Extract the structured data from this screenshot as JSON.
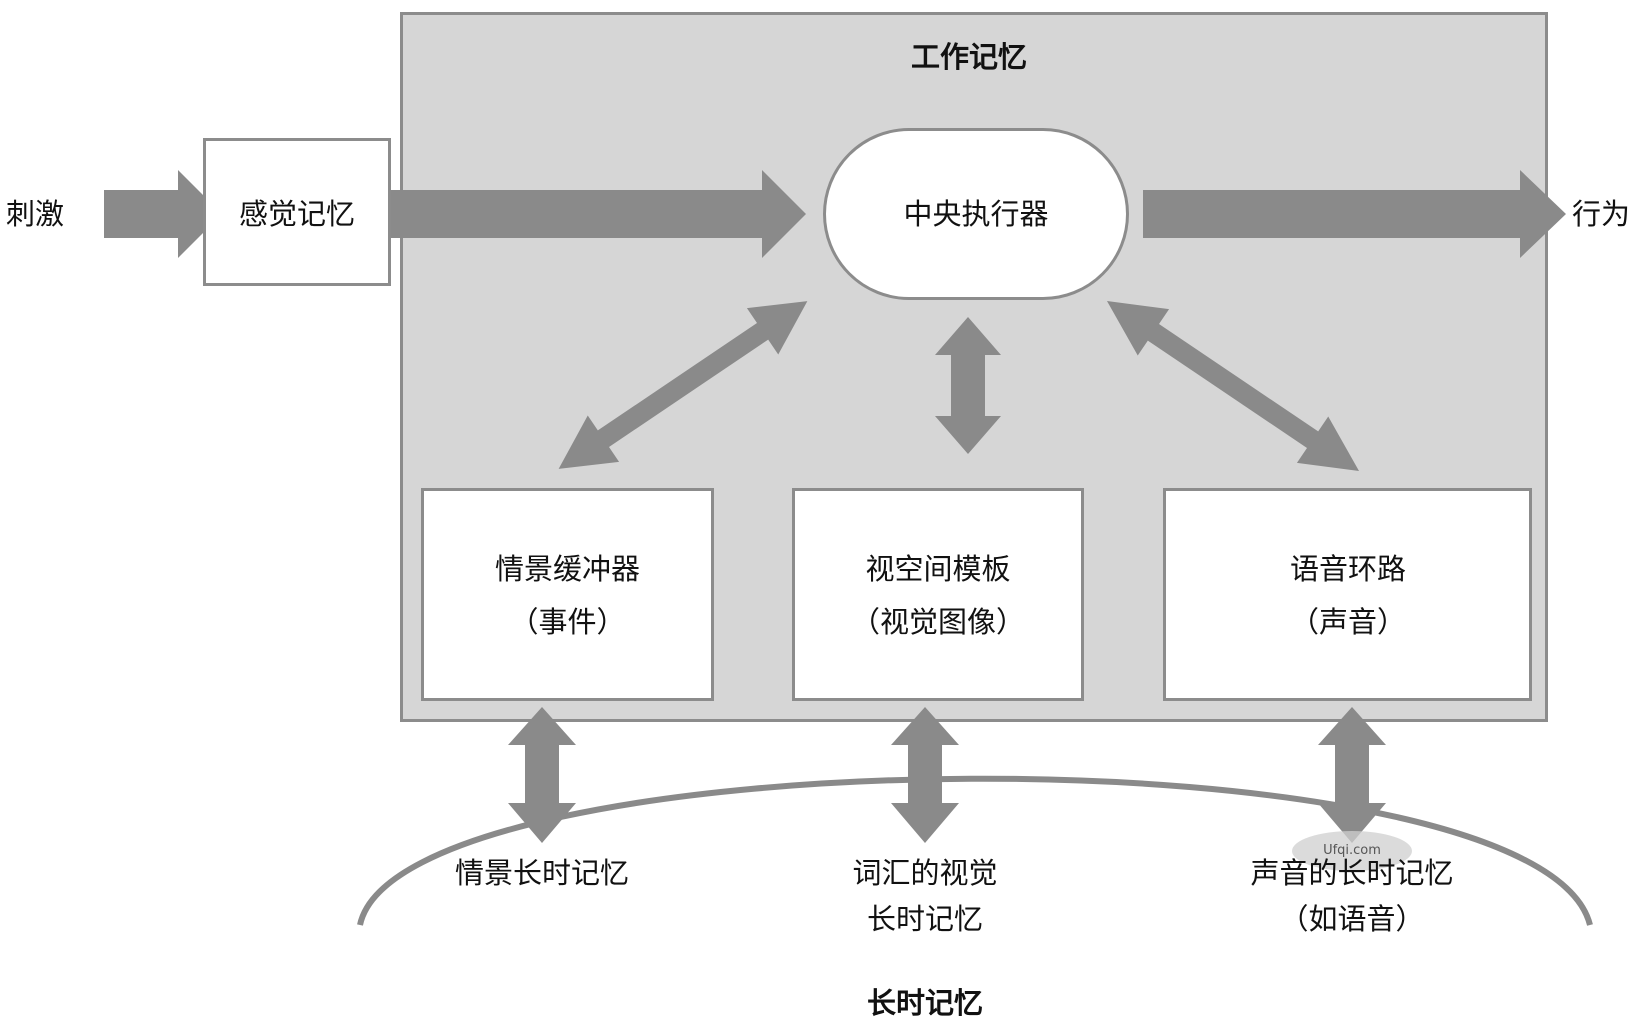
{
  "working_memory": {
    "title": "工作记忆"
  },
  "stimulus": "刺激",
  "sensory_memory": "感觉记忆",
  "central_executive": "中央执行器",
  "behavior": "行为",
  "episodic_buffer": {
    "line1": "情景缓冲器",
    "line2": "（事件）"
  },
  "visuospatial": {
    "line1": "视空间模板",
    "line2": "（视觉图像）"
  },
  "phonological": {
    "line1": "语音环路",
    "line2": "（声音）"
  },
  "long_term": {
    "episodic": "情景长时记忆",
    "visual_line1": "词汇的视觉",
    "visual_line2": "长时记忆",
    "sound_line1": "声音的长时记忆",
    "sound_line2": "（如语音）",
    "title": "长时记忆"
  },
  "watermark": "Ufqi.com",
  "colors": {
    "panel_fill": "#d6d6d6",
    "border": "#8c8c8c",
    "arrow": "#8a8a8a"
  }
}
